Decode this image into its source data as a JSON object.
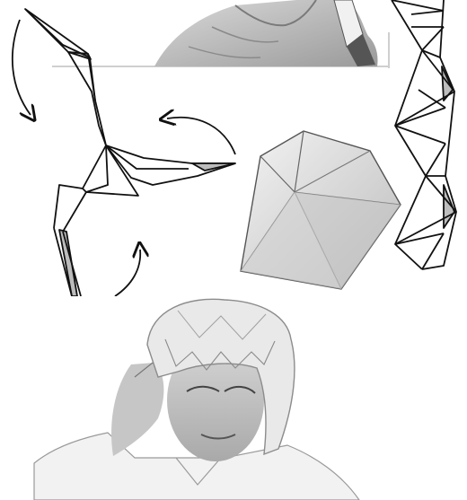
{
  "figure": {
    "panels": [
      {
        "id": "hand-photo",
        "kind": "photo",
        "subject": "hand-holding-paper"
      },
      {
        "id": "crane-diagram",
        "kind": "line-drawing",
        "subject": "folded-paper-figure"
      },
      {
        "id": "strip-diagram",
        "kind": "line-drawing",
        "subject": "triangulated-strip"
      },
      {
        "id": "pentagon-photo",
        "kind": "photo",
        "subject": "folded-pentagonal-dome"
      },
      {
        "id": "person-photo",
        "kind": "photo",
        "subject": "person-wearing-paper-hat"
      }
    ],
    "arrows": [
      {
        "id": "arrow-left",
        "icon": "curved-arrow-icon"
      },
      {
        "id": "arrow-right",
        "icon": "curved-arrow-icon"
      },
      {
        "id": "arrow-bottom",
        "icon": "curved-arrow-icon"
      }
    ],
    "colors": {
      "line": "#111111",
      "fold_shade": "#bdbdbd",
      "paper": "#e6e6e6",
      "background": "#ffffff"
    }
  }
}
